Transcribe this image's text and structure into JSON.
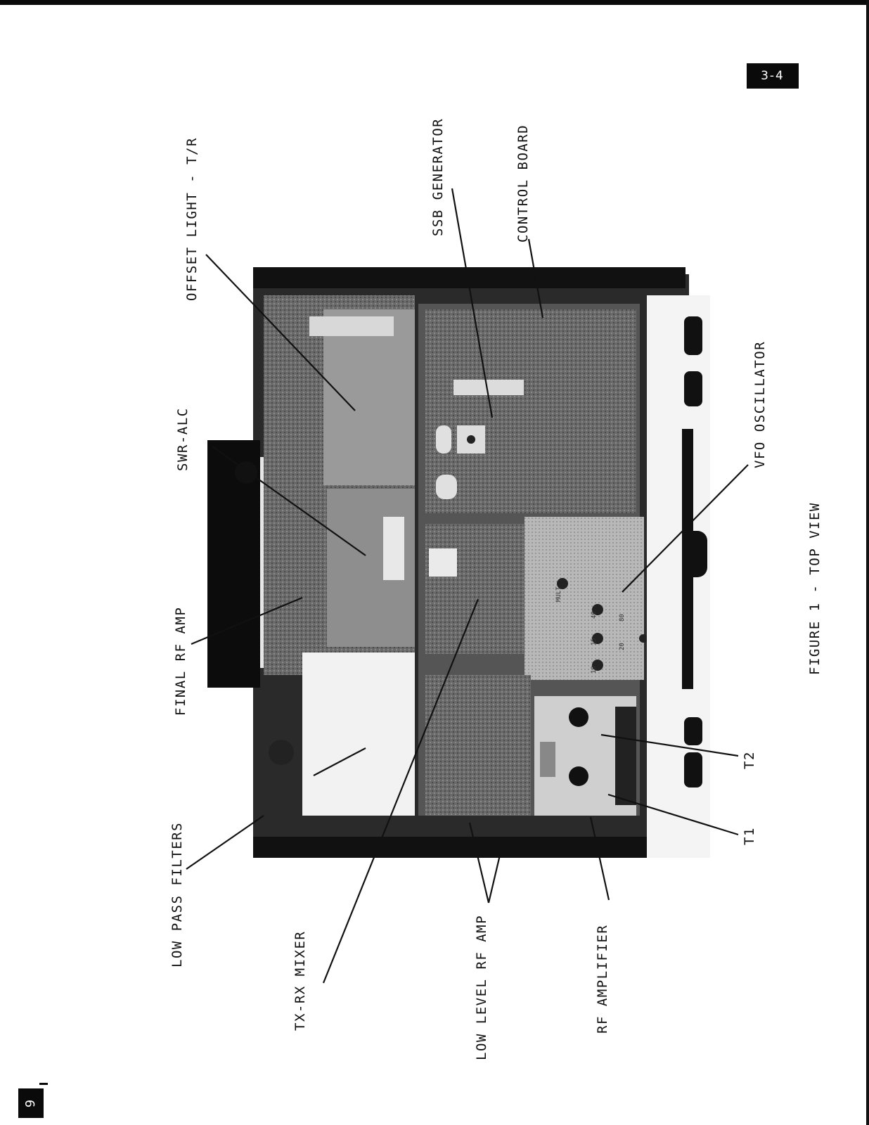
{
  "page": {
    "badge": "3-4",
    "page_number": "9"
  },
  "figure": {
    "caption": "FIGURE 1 - TOP VIEW"
  },
  "labels": {
    "offset_light": "OFFSET LIGHT - T/R",
    "ssb_generator": "SSB GENERATOR",
    "control_board": "CONTROL BOARD",
    "swr_alc": "SWR-ALC",
    "final_rf_amp": "FINAL RF AMP",
    "vfo_oscillator": "VFO OSCILLATOR",
    "low_pass_filters": "LOW PASS FILTERS",
    "tx_rx_mixer": "TX-RX MIXER",
    "low_level_rf_amp": "LOW LEVEL RF AMP",
    "rf_amplifier": "RF AMPLIFIER",
    "t2": "T2",
    "t1": "T1"
  },
  "photo_marks": {
    "band_80": "80",
    "band_40": "40",
    "band_20": "20",
    "band_15": "15",
    "band_10": "10",
    "mult": "MULT"
  }
}
